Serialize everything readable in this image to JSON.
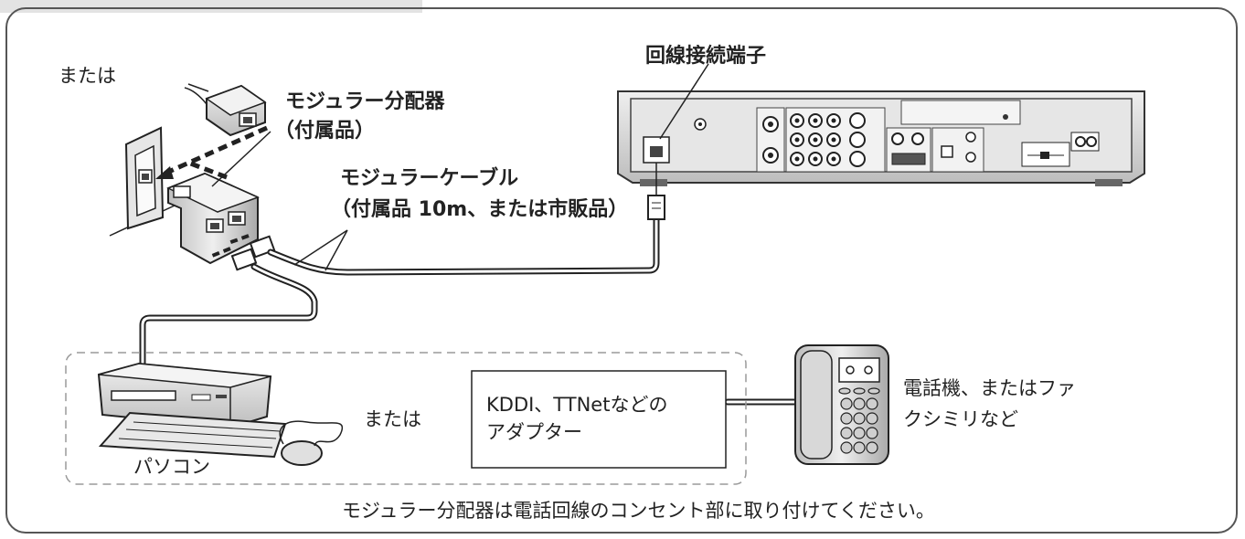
{
  "labels": {
    "or_top": "または",
    "line_terminal": "回線接続端子",
    "splitter_line1": "モジュラー分配器",
    "splitter_line2": "（付属品）",
    "cable_line1": "モジュラーケーブル",
    "cable_line2": "（付属品 10m、または市販品）",
    "or_middle": "または",
    "adapter_line1": "KDDI、TTNetなどの",
    "adapter_line2": "アダプター",
    "phone_line1": "電話機、またはファ",
    "phone_line2": "クシミリなど",
    "pc": "パソコン",
    "note": "モジュラー分配器は電話回線のコンセント部に取り付けてください。"
  },
  "colors": {
    "frame": "#555555",
    "tab": "#e3e3e3",
    "device_body": "#d6d6d6",
    "device_dark": "#6f6f6f",
    "dashed": "#9a9a9a"
  }
}
